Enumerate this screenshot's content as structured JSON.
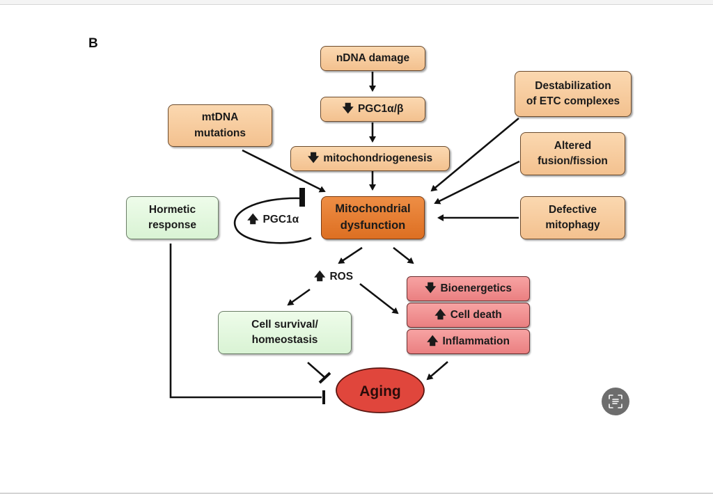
{
  "panel_label": "B",
  "nodes": {
    "ndna_damage": "nDNA damage",
    "pgc1ab": {
      "arrow": "down",
      "text": "PGC1α/β"
    },
    "mitochondriogenesis": {
      "arrow": "down",
      "text": "mitochondriogenesis"
    },
    "mtdna_mutations": [
      "mtDNA",
      "mutations"
    ],
    "destabilization": [
      "Destabilization",
      "of ETC complexes"
    ],
    "altered_fusion": [
      "Altered",
      "fusion/fission"
    ],
    "defective_mitophagy": [
      "Defective",
      "mitophagy"
    ],
    "mito_dysfunction": [
      "Mitochondrial",
      "dysfunction"
    ],
    "hormetic_response": [
      "Hormetic",
      "response"
    ],
    "pgc1a_loop": {
      "arrow": "up",
      "text": "PGC1α"
    },
    "ros": {
      "arrow": "up",
      "text": "ROS"
    },
    "cell_survival": [
      "Cell survival/",
      "homeostasis"
    ],
    "bioenergetics": {
      "arrow": "down",
      "text": "Bioenergetics"
    },
    "cell_death": {
      "arrow": "up",
      "text": "Cell death"
    },
    "inflammation": {
      "arrow": "up",
      "text": "Inflammation"
    },
    "aging": "Aging"
  },
  "arrow_glyphs": {
    "up": "🡅",
    "down": "🡇"
  },
  "colors": {
    "tan": "#f5c596",
    "orange": "#e07a2e",
    "green": "#e2f6dc",
    "pink": "#ef8d8e",
    "aging_red": "#e0463c"
  },
  "lens_button": {
    "icon": "lens-scan-icon"
  }
}
